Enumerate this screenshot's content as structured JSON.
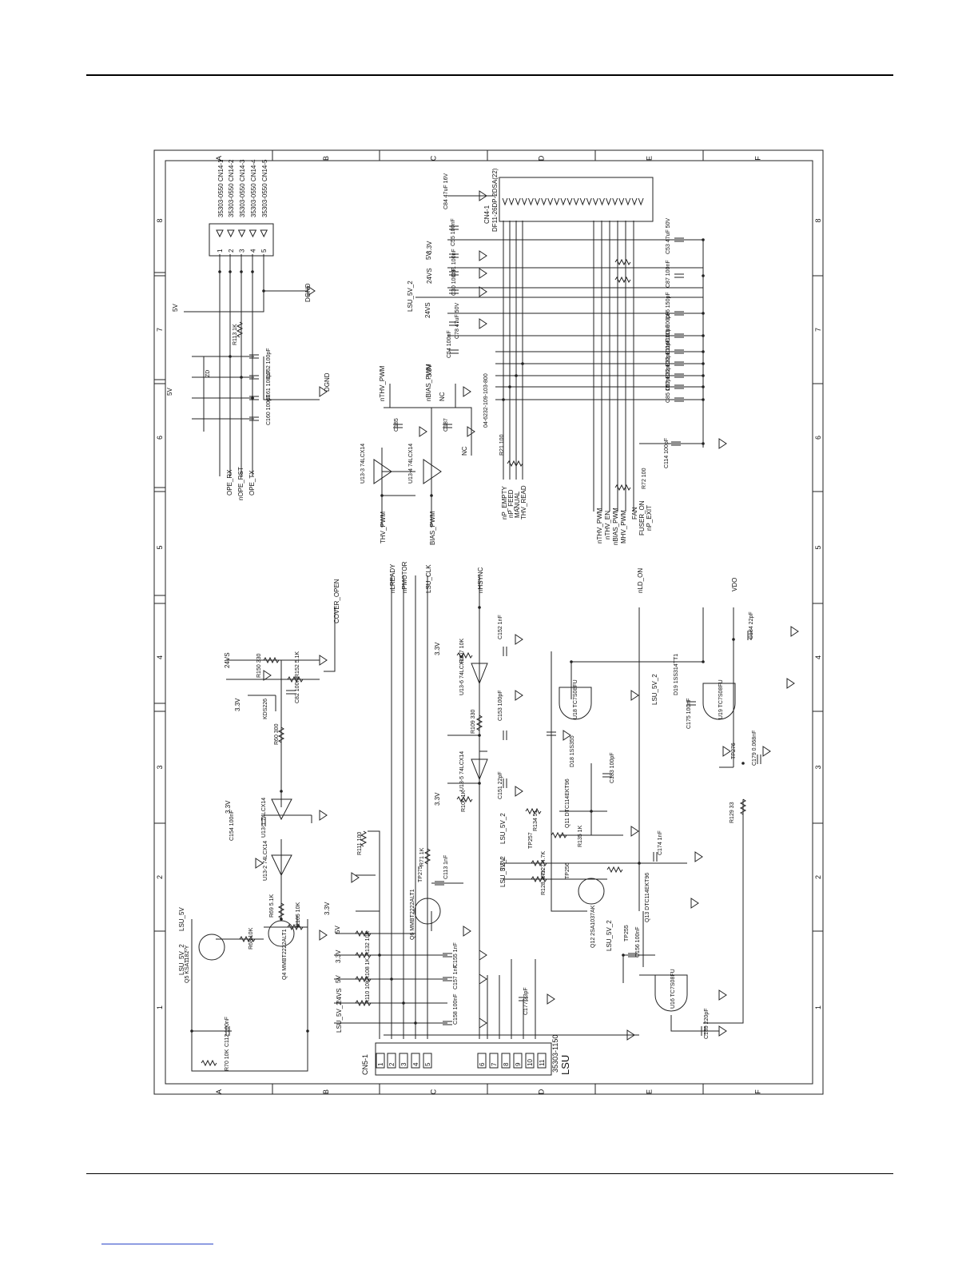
{
  "frame": {
    "columns": [
      "A",
      "B",
      "C",
      "D",
      "E",
      "F"
    ],
    "rows": [
      "8",
      "7",
      "6",
      "5",
      "4",
      "3",
      "2",
      "1"
    ]
  },
  "connectors": {
    "cn14": {
      "pins": [
        "1",
        "2",
        "3",
        "4",
        "5"
      ],
      "labels": [
        "35303-0550 CN14-1",
        "35303-0550 CN14-2",
        "35303-0550 CN14-3",
        "35303-0550 CN14-4",
        "35303-0550 CN14-5"
      ]
    },
    "cn4": {
      "ref": "CN4-1",
      "part": "DF11-26DP-2DSA(22)"
    },
    "cn5": {
      "ref": "CN5-1",
      "part": "35303-1150",
      "name": "LSU",
      "pins": [
        "1",
        "2",
        "3",
        "4",
        "5",
        "6",
        "7",
        "8",
        "9",
        "10",
        "11"
      ]
    }
  },
  "nets": {
    "opeRx": "OPE_RX",
    "opeRst": "nOPE_RST",
    "opeTx": "OPE_TX",
    "v5": "5V",
    "v33": "3.3V",
    "v24": "24VS",
    "dgnd": "DGND",
    "coverOpen": "COVER_OPEN",
    "lready": "nLREADY",
    "pmotor": "nPMOTOR",
    "lsuClk": "LSU_CLK",
    "hsync": "nHSYNC",
    "ldOn": "nLD_ON",
    "vdo": "VDO",
    "lsu5v2": "LSU_5V_2",
    "lsu5v": "LSU_5V",
    "thvPwm": "THV_PWM",
    "biasPwm": "BIAS_PWM",
    "nthvPwm": "nTHV_PWM",
    "nbiasPwm": "nBIAS_PWM",
    "nc": "NC",
    "pempty": "nP_EMPTY",
    "pfeed": "nP_FEED",
    "manual": "MANUAL",
    "thvRead": "THV_READ",
    "nthvPwm2": "nTHV_PWM",
    "thvEn": "nTHV_EN",
    "nbiasPwm2": "nBIAS_PWM",
    "mhvPwm": "MHV_PWM",
    "fan": "FAN",
    "fuserOn": "FUSER_ON",
    "pexit": "nP_EXIT"
  },
  "parts": {
    "r113": "R113 1K",
    "c160": "C160 100pF",
    "c161": "C161 100pF",
    "c162": "C162 100pF",
    "zd": "ZD",
    "r150": "R150 330",
    "r152": "R152 5.1K",
    "c82": "C82 100nF",
    "kds": "KDS226",
    "r60": "R60 300",
    "u13_1": "U13-1 74LCX14",
    "u13_2": "U13-2 74LCX14",
    "c154": "C154 100nF",
    "r69": "R69 5.1K",
    "r105": "R105 10K",
    "q4": "Q4 MMBT2222ALT1",
    "q5": "Q5 KSA1182-Y",
    "r68": "R68 10K",
    "r70": "R70 10K",
    "c112": "C112 100nF",
    "u13_3": "U13-3 74LCX14",
    "u13_4": "U13-4 74LCX14",
    "c185": "C185",
    "c187": "C187",
    "c55": "C55 100nF",
    "c84": "C84 47uF 16V",
    "c31": "C31 100nF",
    "c30": "C30 100nF",
    "c78": "C78 47uF 50V",
    "c54": "C54 100nF",
    "d_part": "04-6232-109-103-800",
    "r21": "R21 100",
    "c53": "C53 47uF 50V",
    "c87": "C87 100nF",
    "c86": "C86 150pF",
    "c115": "C115 100pF",
    "c116": "C116 100pF",
    "c33": "C33 100pF",
    "c32": "C32 100pF",
    "c57": "C57 100pF",
    "c85": "C85 100pF",
    "c114": "C114 100pF",
    "r72": "R72 100",
    "u13_5": "U13-5 74LCX14",
    "u13_6": "U13-6 74LCX14",
    "r107": "R107 10K",
    "c152": "C152 1nF",
    "r109": "R109 330",
    "c153": "C153 100pF",
    "r106": "R106 1K",
    "c151": "C151 22pF",
    "u18": "U18 TC7S08FU",
    "u19": "U19 TC7S08FU",
    "u16": "U16 TC7S08FU",
    "d19": "D19 1SS314TT1",
    "c175": "C175 100nF",
    "c184": "C184 22pF",
    "c179": "C179 0.068nF",
    "r129": "R129 33",
    "tp276": "TP276",
    "d18": "D18 1SS355",
    "c183": "C183 100pF",
    "q11": "Q11 DTC114EKT96",
    "r134": "R134 51",
    "r135": "R135 1K",
    "tp257": "TP257",
    "r127": "R127 4.7K",
    "r128": "R128 4.7K",
    "tp256": "TP256",
    "c174": "C174 1nF",
    "q12": "Q12 2SA1037AK",
    "q13": "Q13 DTC114EKT96",
    "tp255": "TP255",
    "c156": "C156 100nF",
    "r111": "R111 100",
    "q6": "Q6 MMBT2222ALT1",
    "r71": "R71 1K",
    "c113": "C113 1nF",
    "r132": "R132 10K",
    "r108": "R108 1K",
    "r110": "R110 10K",
    "c155": "C155 1nF",
    "c157": "C157 1nF",
    "c158": "C158 100nF",
    "c177": "C177 33pF",
    "c189": "C189 220pF",
    "tp275": "TP275"
  }
}
